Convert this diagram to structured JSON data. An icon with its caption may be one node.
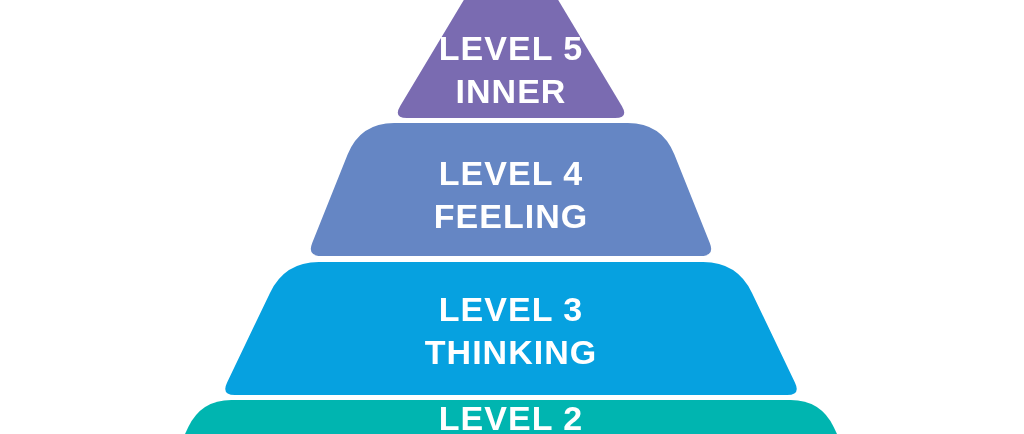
{
  "diagram": {
    "nodes": [
      {
        "text": [
          "LEVEL 5",
          "INNER"
        ]
      },
      {
        "text": [
          "LEVEL 4",
          "FEELING"
        ]
      },
      {
        "text": [
          "LEVEL 3",
          "THINKING"
        ]
      },
      {
        "text": [
          "LEVEL 2"
        ]
      }
    ]
  }
}
